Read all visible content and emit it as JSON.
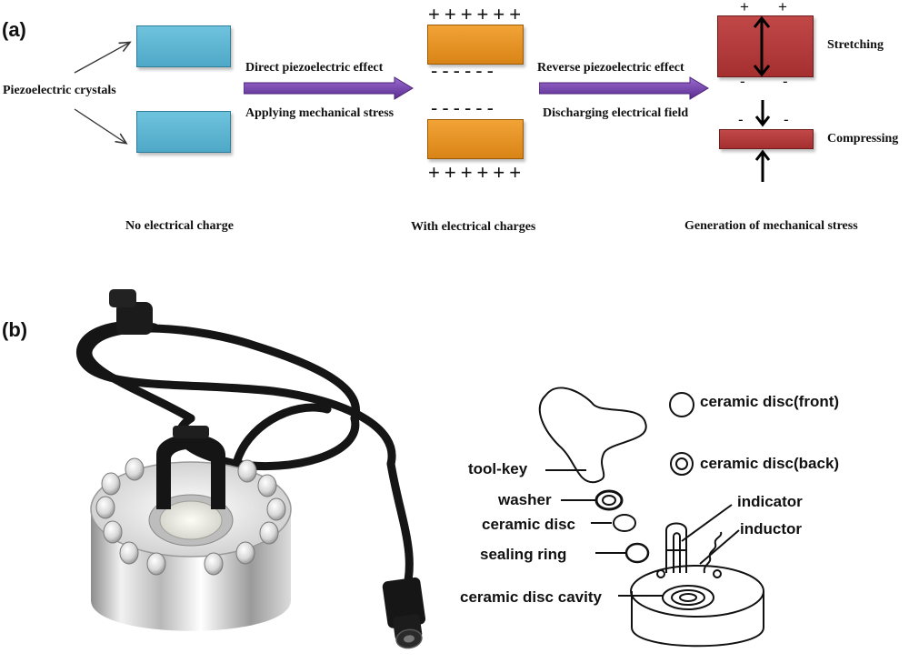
{
  "panel_a": {
    "label": "(a)",
    "crystals_label": "Piezoelectric crystals",
    "direct_effect": "Direct piezoelectric effect",
    "applying_stress": "Applying mechanical stress",
    "reverse_effect": "Reverse piezoelectric effect",
    "discharging_field": "Discharging electrical field",
    "stretching": "Stretching",
    "compressing": "Compressing",
    "plus_row": "++++++",
    "minus_row": "------",
    "plus_sign": "+",
    "minus_sign": "-",
    "caption_left": "No electrical charge",
    "caption_middle": "With electrical charges",
    "caption_right": "Generation of mechanical stress"
  },
  "panel_b": {
    "label": "(b)",
    "parts": {
      "ceramic_disc_front": "ceramic disc(front)",
      "ceramic_disc_back": "ceramic disc(back)",
      "tool_key": "tool-key",
      "washer": "washer",
      "indicator": "indicator",
      "ceramic_disc": "ceramic disc",
      "inductor": "inductor",
      "sealing_ring": "sealing ring",
      "ceramic_disc_cavity": "ceramic disc cavity"
    }
  },
  "colors": {
    "crystal_blue": "#5bb6d4",
    "crystal_orange": "#e8941f",
    "crystal_red": "#b23a3a",
    "arrow_purple": "#6a3aa0"
  }
}
